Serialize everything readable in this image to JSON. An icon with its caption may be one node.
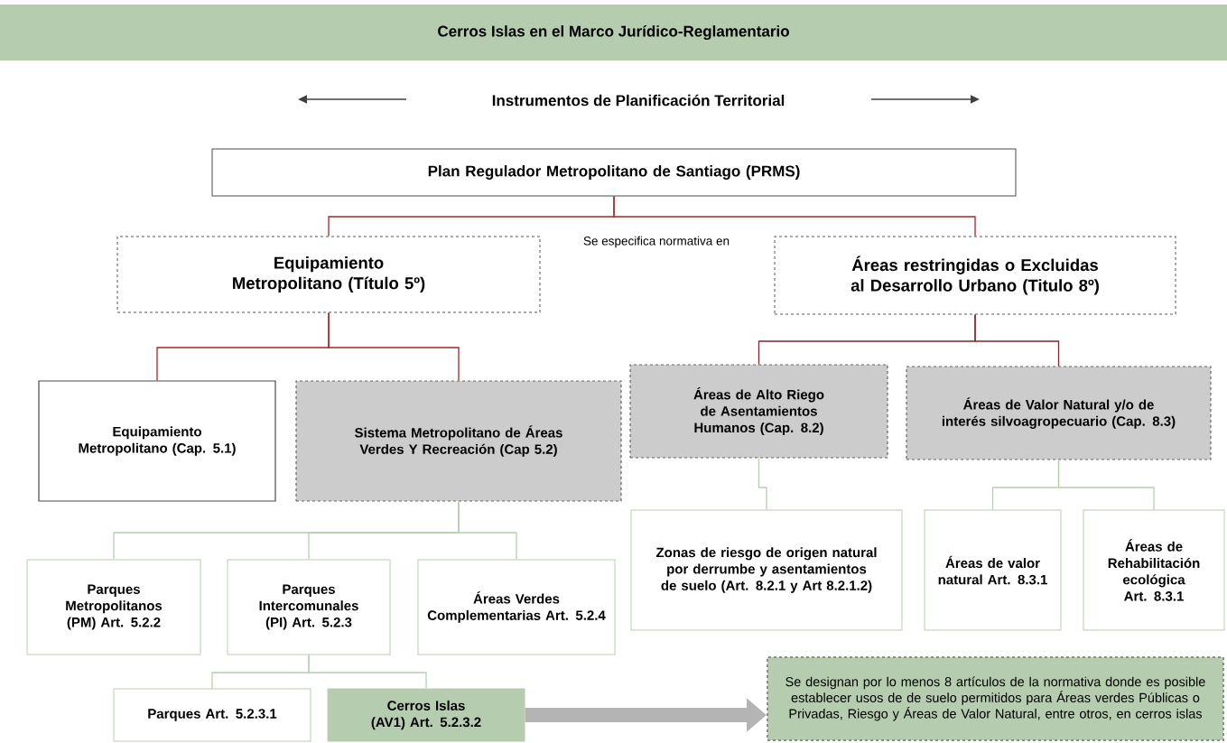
{
  "diagram": {
    "title": "Cerros Islas en el Marco Jurídico-Reglamentario",
    "nodes": [
      {
        "text": [
          "Plan Regulador Metropolitano de Santiago (PRMS)"
        ]
      },
      {
        "text": [
          "Equipamiento Metropolitano (Título 5º)"
        ]
      },
      {
        "text": [
          "Áreas restringidas o Excluidas al Desarrollo Urbano (Titulo 8º)"
        ]
      },
      {
        "text": [
          "Equipamiento Metropolitano (Cap. 5.1)"
        ]
      },
      {
        "text": [
          "Sistema Metropolitano de Áreas Verdes Y Recreación (Cap 5.2)"
        ]
      },
      {
        "text": [
          "Parques Metropolitanos (PM) Art. 5.2.2"
        ]
      },
      {
        "text": [
          "Parques Intercomunales (PI) Art. 5.2.3"
        ]
      },
      {
        "text": [
          "Áreas Verdes Complementarias Art. 5.2.4"
        ]
      },
      {
        "text": [
          "Parques Art. 5.2.3.1"
        ]
      },
      {
        "text": [
          "Cerros Islas (AV1) Art. 5.2.3.2"
        ]
      },
      {
        "text": [
          "Áreas de Alto Riego de Asentamientos Humanos (Cap. 8.2)"
        ]
      },
      {
        "text": [
          "Áreas de Valor Natural y/o de interés silvoagropecuario (Cap. 8.3)"
        ]
      },
      {
        "text": [
          "Zonas de riesgo de origen natural por derrumbe y asentamientos de suelo (Art. 8.2.1 y Art 8.2.1.2)"
        ]
      },
      {
        "text": [
          "Áreas de valor natural Art. 8.3.1"
        ]
      },
      {
        "text": [
          "Áreas de Rehabilitación ecológica Art. 8.3.1"
        ]
      },
      {
        "text": [
          "Se designan por lo menos 8 artículos de la normativa donde es posible establecer usos de de suelo permitidos para Áreas verdes Públicas o Privadas, Riesgo y Áreas de Valor Natural, entre otros,  en cerros islas"
        ]
      }
    ],
    "edges": [
      {
        "from": 0,
        "to": 1,
        "arrow": "none",
        "color": "#a0282a"
      },
      {
        "from": 0,
        "to": 2,
        "arrow": "none",
        "color": "#a0282a"
      },
      {
        "from": 1,
        "to": 3,
        "arrow": "none",
        "color": "#a0282a"
      },
      {
        "from": 1,
        "to": 4,
        "arrow": "none",
        "color": "#a0282a"
      },
      {
        "from": 4,
        "to": 5,
        "arrow": "none"
      },
      {
        "from": 4,
        "to": 6,
        "arrow": "none"
      },
      {
        "from": 4,
        "to": 7,
        "arrow": "none"
      },
      {
        "from": 6,
        "to": 8,
        "arrow": "none"
      },
      {
        "from": 6,
        "to": 9,
        "arrow": "none"
      },
      {
        "from": 2,
        "to": 10,
        "arrow": "none",
        "color": "#7a2a2a"
      },
      {
        "from": 2,
        "to": 11,
        "arrow": "none",
        "color": "#7a2a2a"
      },
      {
        "from": 10,
        "to": 12,
        "arrow": "none"
      },
      {
        "from": 11,
        "to": 13,
        "arrow": "none"
      },
      {
        "from": 11,
        "to": 14,
        "arrow": "none"
      },
      {
        "from": 9,
        "to": 15,
        "arrow": "to",
        "style": "thick",
        "color": "#b4b4b4"
      }
    ],
    "labels": [
      "Instrumentos de Planificación Territorial",
      "Se especifica normativa en"
    ]
  }
}
